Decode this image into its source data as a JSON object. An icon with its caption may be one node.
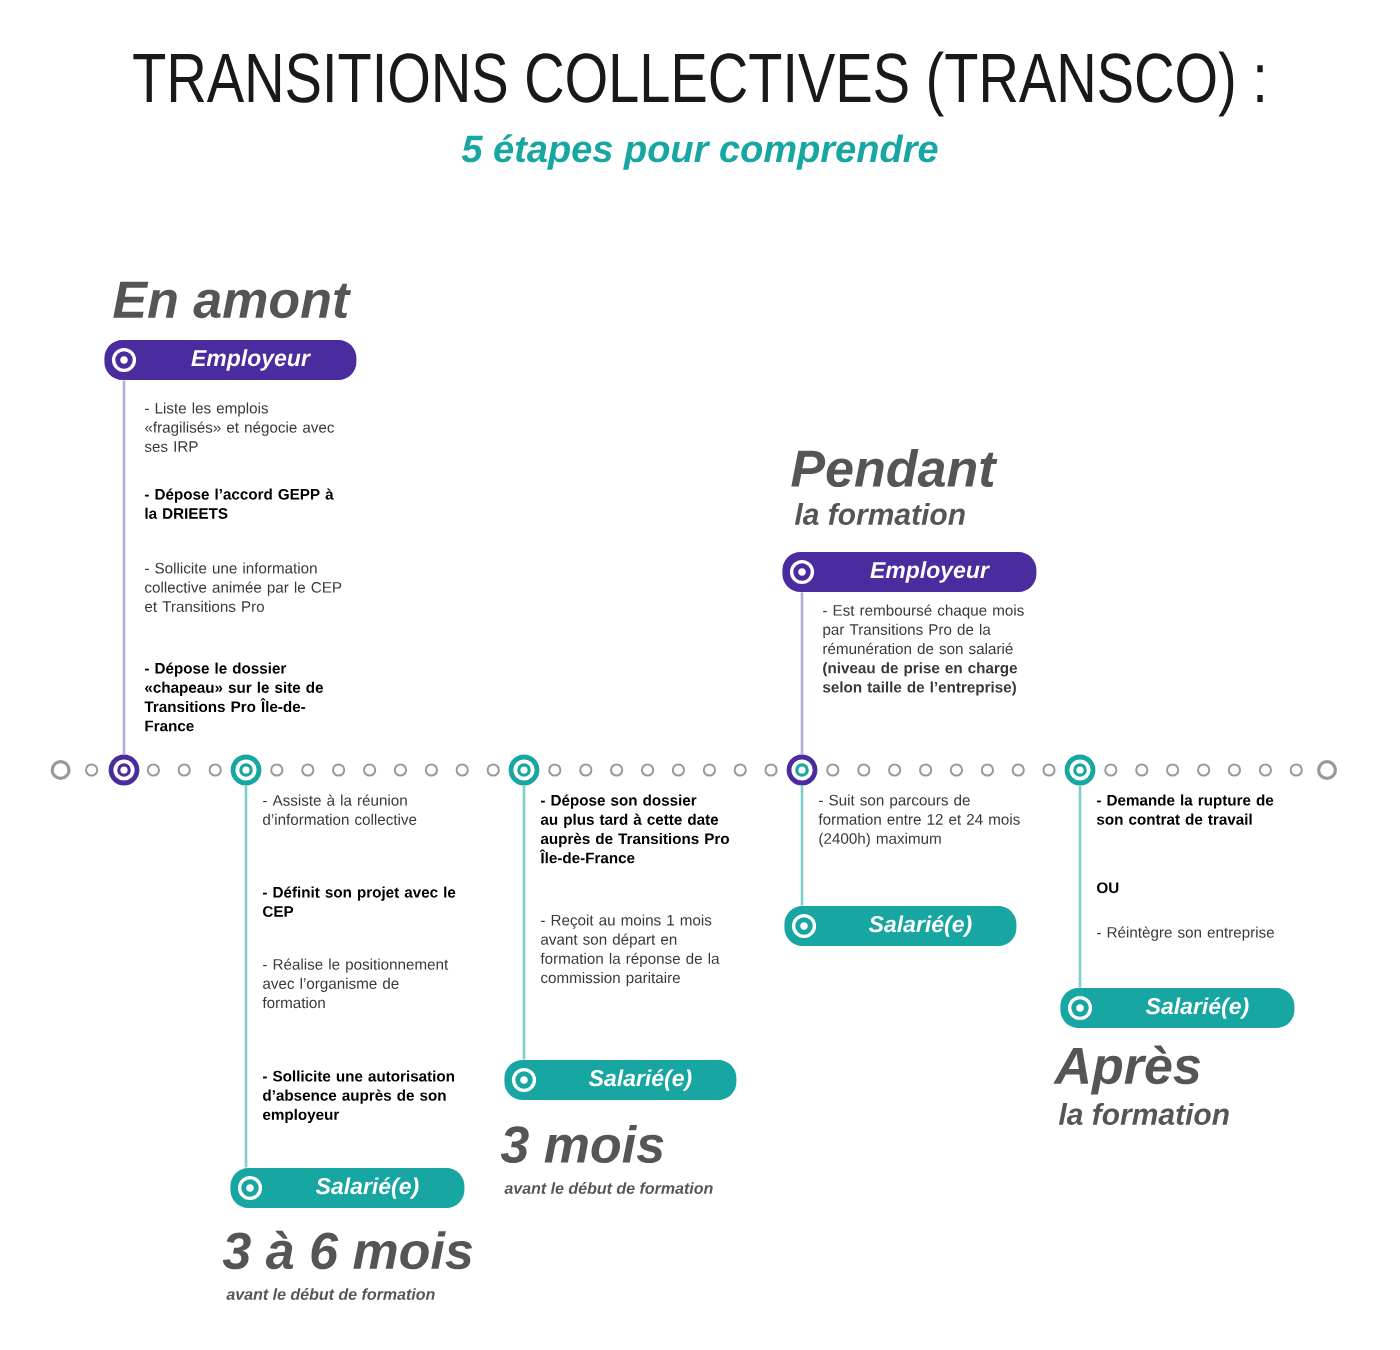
{
  "diagram": {
    "title": "TRANSITIONS COLLECTIVES (TRANSCO) :",
    "nodes": [
      {
        "text": [
          "Employeur"
        ]
      },
      {
        "text": [
          "Salarié(e)"
        ]
      },
      {
        "text": [
          "Salarié(e)"
        ]
      },
      {
        "text": [
          "Employeur"
        ]
      },
      {
        "text": [
          "Salarié(e)"
        ]
      },
      {
        "text": [
          "Salarié(e)"
        ]
      },
      {
        "text": [],
        "shape": "circle"
      },
      {
        "text": [],
        "shape": "circle"
      },
      {
        "text": [],
        "shape": "circle"
      },
      {
        "text": [],
        "shape": "circle"
      },
      {
        "text": [],
        "shape": "circle"
      }
    ],
    "edges": [
      {
        "from": 0,
        "to": 6,
        "arrow": "none",
        "color": "#b4aadb"
      },
      {
        "from": 1,
        "to": 7,
        "arrow": "none"
      },
      {
        "from": 2,
        "to": 8,
        "arrow": "none"
      },
      {
        "from": 3,
        "to": 9,
        "arrow": "none",
        "color": "#b4aadb"
      },
      {
        "from": 4,
        "to": 9,
        "arrow": "none"
      },
      {
        "from": 5,
        "to": 10,
        "arrow": "none"
      }
    ],
    "labels": [
      "5 étapes pour comprendre",
      "En amont",
      "- Liste les emplois «fragilisés» et négocie avec ses IRP",
      "- Dépose l’accord GEPP à la DRIEETS",
      "- Sollicite une information collective animée par le CEP et Transitions Pro",
      "- Dépose le dossier «chapeau» sur le site de Transitions Pro Île-de-France",
      "Pendant",
      "la formation",
      "- Est remboursé chaque mois par Transitions Pro de la rémunération de son salarié **(niveau de prise en charge selon taille de l’entreprise)**",
      "- Assiste à la réunion d’information collective",
      "- Définit son projet avec le CEP",
      "- Réalise le positionnement avec l’organisme de formation",
      "- Sollicite une autorisation d’absence auprès de son employeur",
      "- Dépose son dossier au plus tard à cette date auprès de Transitions Pro Île-de-France",
      "- Reçoit au moins 1 mois avant son départ en formation la réponse de la commission paritaire",
      "- Suit son parcours de formation entre 12 et 24 mois (2400h) maximum",
      "- Demande la rupture de son contrat de travail",
      "OU",
      "- Réintègre son entreprise",
      "Après",
      "la formation",
      "3 mois",
      "avant le début de formation",
      "3 à 6 mois",
      "avant le début de formation"
    ]
  }
}
